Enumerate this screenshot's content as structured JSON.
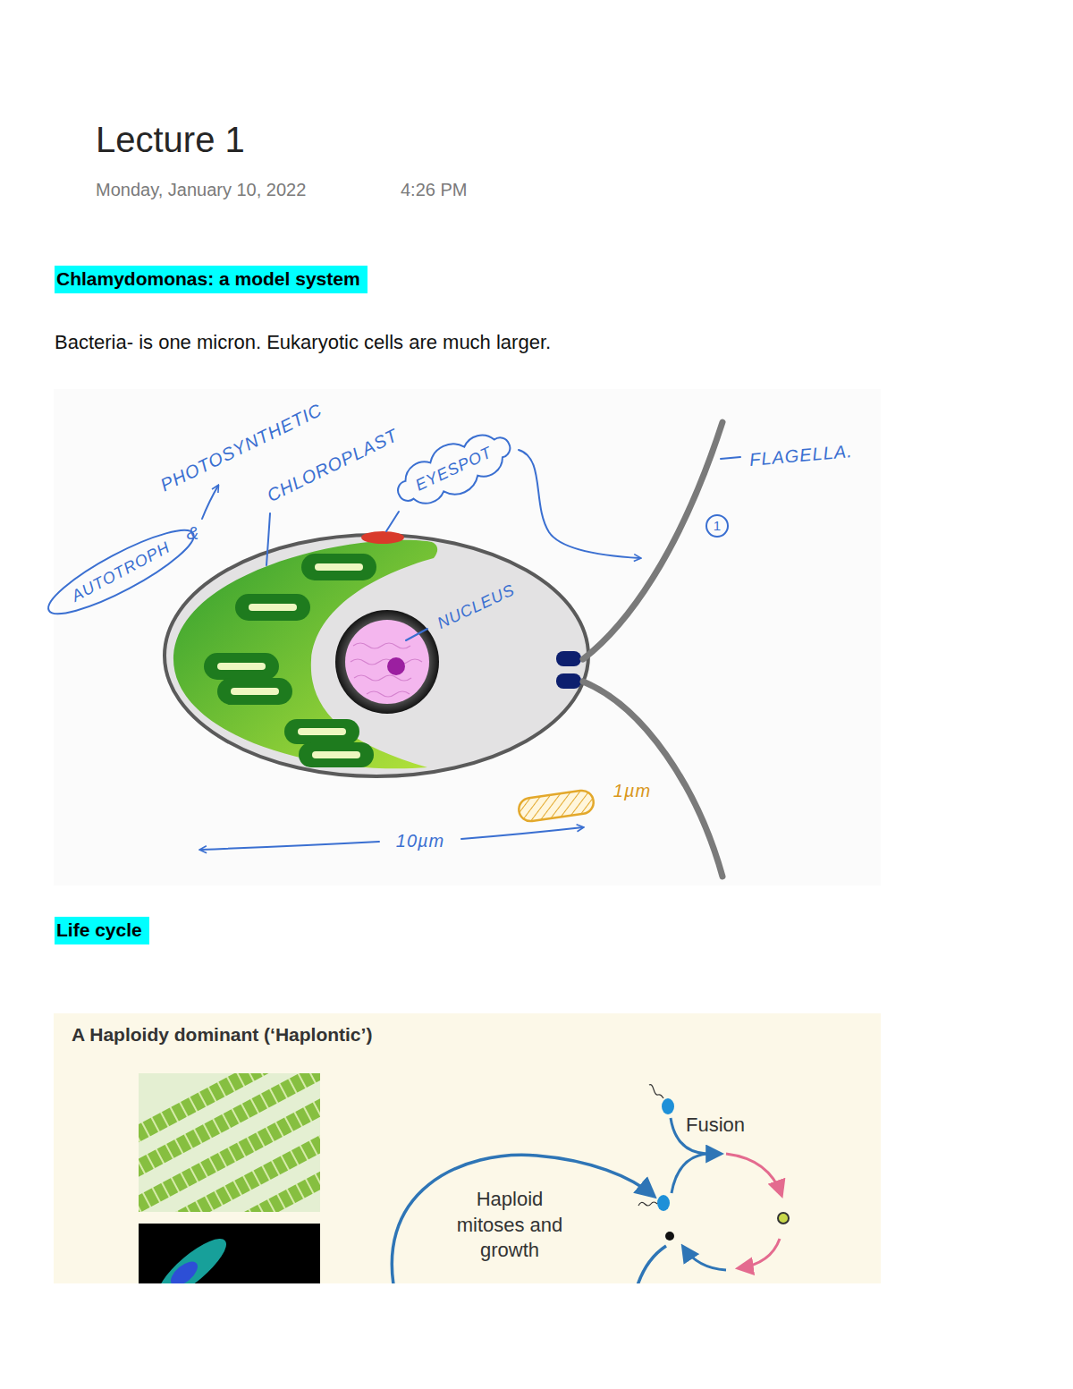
{
  "diagram": {
    "title": "Lecture 1",
    "nodes": [
      {
        "text": [
          "Chlamydomonas: a model system"
        ]
      },
      {
        "text": [
          "EYESPOT"
        ]
      },
      {
        "text": [
          "AUTOTROPH"
        ]
      },
      {
        "text": [
          "Life cycle"
        ]
      },
      {
        "text": [
          "A Haploidy dominant (‘Haplontic’)"
        ]
      }
    ],
    "labels": [
      "Monday, January 10, 2022",
      "4:26 PM",
      "Bacteria- is one micron. Eukaryotic cells are much larger.",
      "PHOTOSYNTHETIC",
      "CHLOROPLAST",
      "&",
      "NUCLEUS",
      "FLAGELLA.",
      "1",
      "10µm",
      "1µm",
      "Fusion",
      "Haploid mitoses and growth"
    ]
  }
}
